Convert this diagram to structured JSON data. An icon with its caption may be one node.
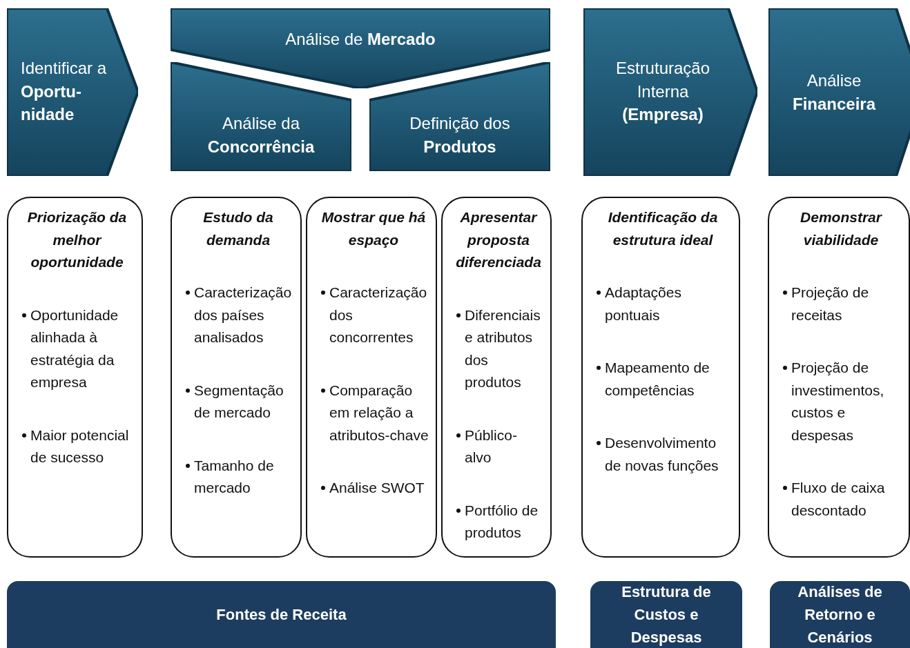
{
  "diagram": {
    "nodes": [
      {
        "text": [
          "Identificar a **Oportu-nidade**"
        ]
      },
      {
        "text": [
          "Análise de **Mercado**"
        ]
      },
      {
        "text": [
          "Análise da **Concorrência**"
        ]
      },
      {
        "text": [
          "Definição dos **Produtos**"
        ]
      },
      {
        "text": [
          "Estruturação Interna **(Empresa)**"
        ]
      },
      {
        "text": [
          "Análise **Financeira**"
        ]
      },
      {
        "text": [
          "Priorização da melhor oportunidade",
          "Oportunidade alinhada à estratégia da empresa",
          "Maior potencial de sucesso"
        ]
      },
      {
        "text": [
          "Estudo da demanda",
          "Caracterização dos países analisados",
          "Segmentação de mercado",
          "Tamanho de mercado"
        ]
      },
      {
        "text": [
          "Mostrar que há espaço",
          "Caracterização dos concorrentes",
          "Comparação em relação a atributos-chave",
          "Análise SWOT"
        ]
      },
      {
        "text": [
          "Apresentar proposta diferenciada",
          "Diferenciais e atributos dos produtos",
          "Público-alvo",
          "Portfólio de produtos"
        ]
      },
      {
        "text": [
          "Identificação da estrutura ideal",
          "Adaptações pontuais",
          "Mapeamento de competências",
          "Desenvolvimento de novas funções"
        ]
      },
      {
        "text": [
          "Demonstrar viabilidade",
          "Projeção de receitas",
          "Projeção de investimentos, custos e despesas",
          "Fluxo de caixa descontado"
        ]
      },
      {
        "text": [
          "Fontes de Receita"
        ]
      },
      {
        "text": [
          "Estrutura de Custos e Despesas"
        ]
      },
      {
        "text": [
          "Análises de Retorno e Cenários"
        ]
      }
    ]
  }
}
